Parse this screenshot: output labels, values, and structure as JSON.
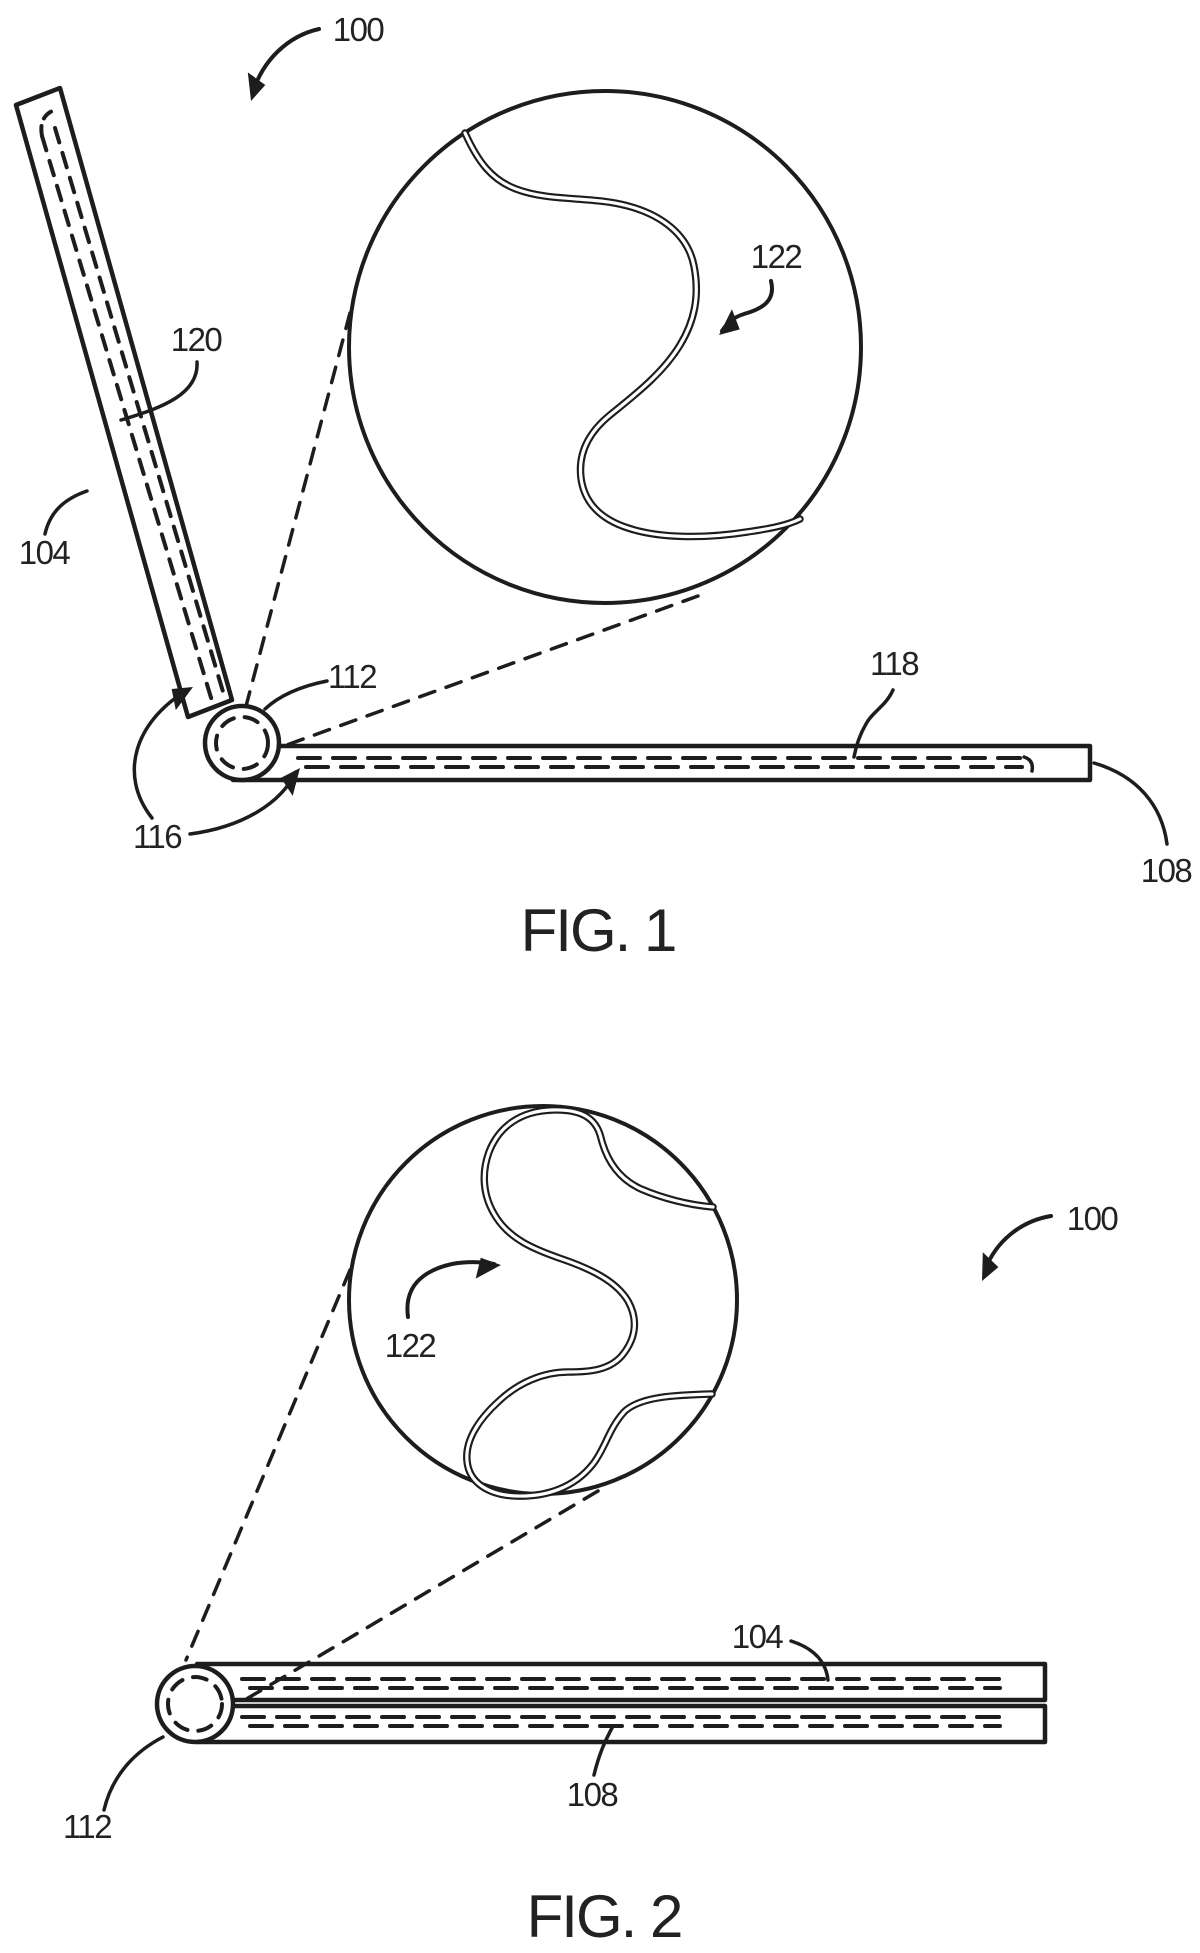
{
  "page": {
    "background": "#ffffff",
    "ink_color": "#1d1d1d"
  },
  "figure1": {
    "caption": "FIG. 1",
    "refs": {
      "n100": "100",
      "n104": "104",
      "n108": "108",
      "n112": "112",
      "n116": "116",
      "n118": "118",
      "n120": "120",
      "n122": "122"
    }
  },
  "figure2": {
    "caption": "FIG. 2",
    "refs": {
      "n100": "100",
      "n104": "104",
      "n108": "108",
      "n112": "112",
      "n122": "122"
    }
  }
}
